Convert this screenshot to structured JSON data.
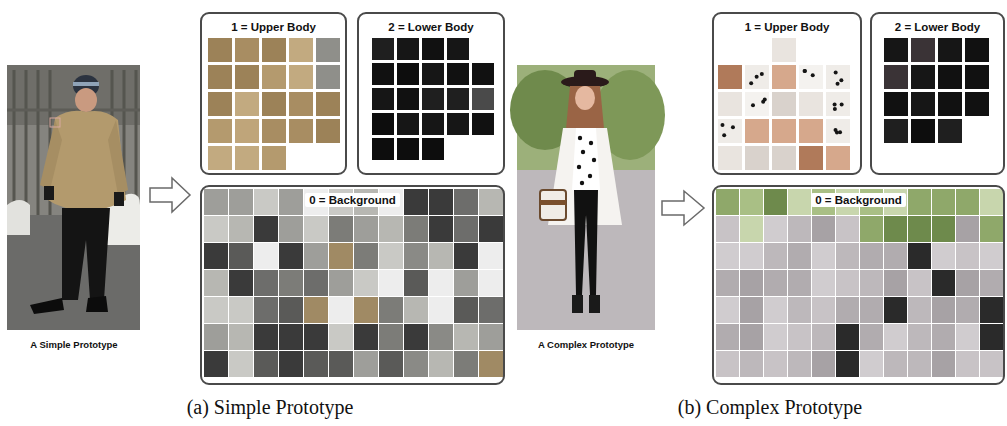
{
  "diagram": {
    "nodes": [
      {
        "text": [
          "1 = Upper Body"
        ]
      },
      {
        "text": [
          "2 = Lower Body"
        ]
      },
      {
        "text": [
          "0 = Background"
        ]
      },
      {
        "text": [
          "1 = Upper Body"
        ]
      },
      {
        "text": [
          "2 = Lower Body"
        ]
      },
      {
        "text": [
          "0 = Background"
        ]
      }
    ],
    "labels": [
      "A Simple Prototype",
      "A Complex Prototype",
      "(a) Simple Prototype",
      "(b) Complex Prototype"
    ]
  }
}
